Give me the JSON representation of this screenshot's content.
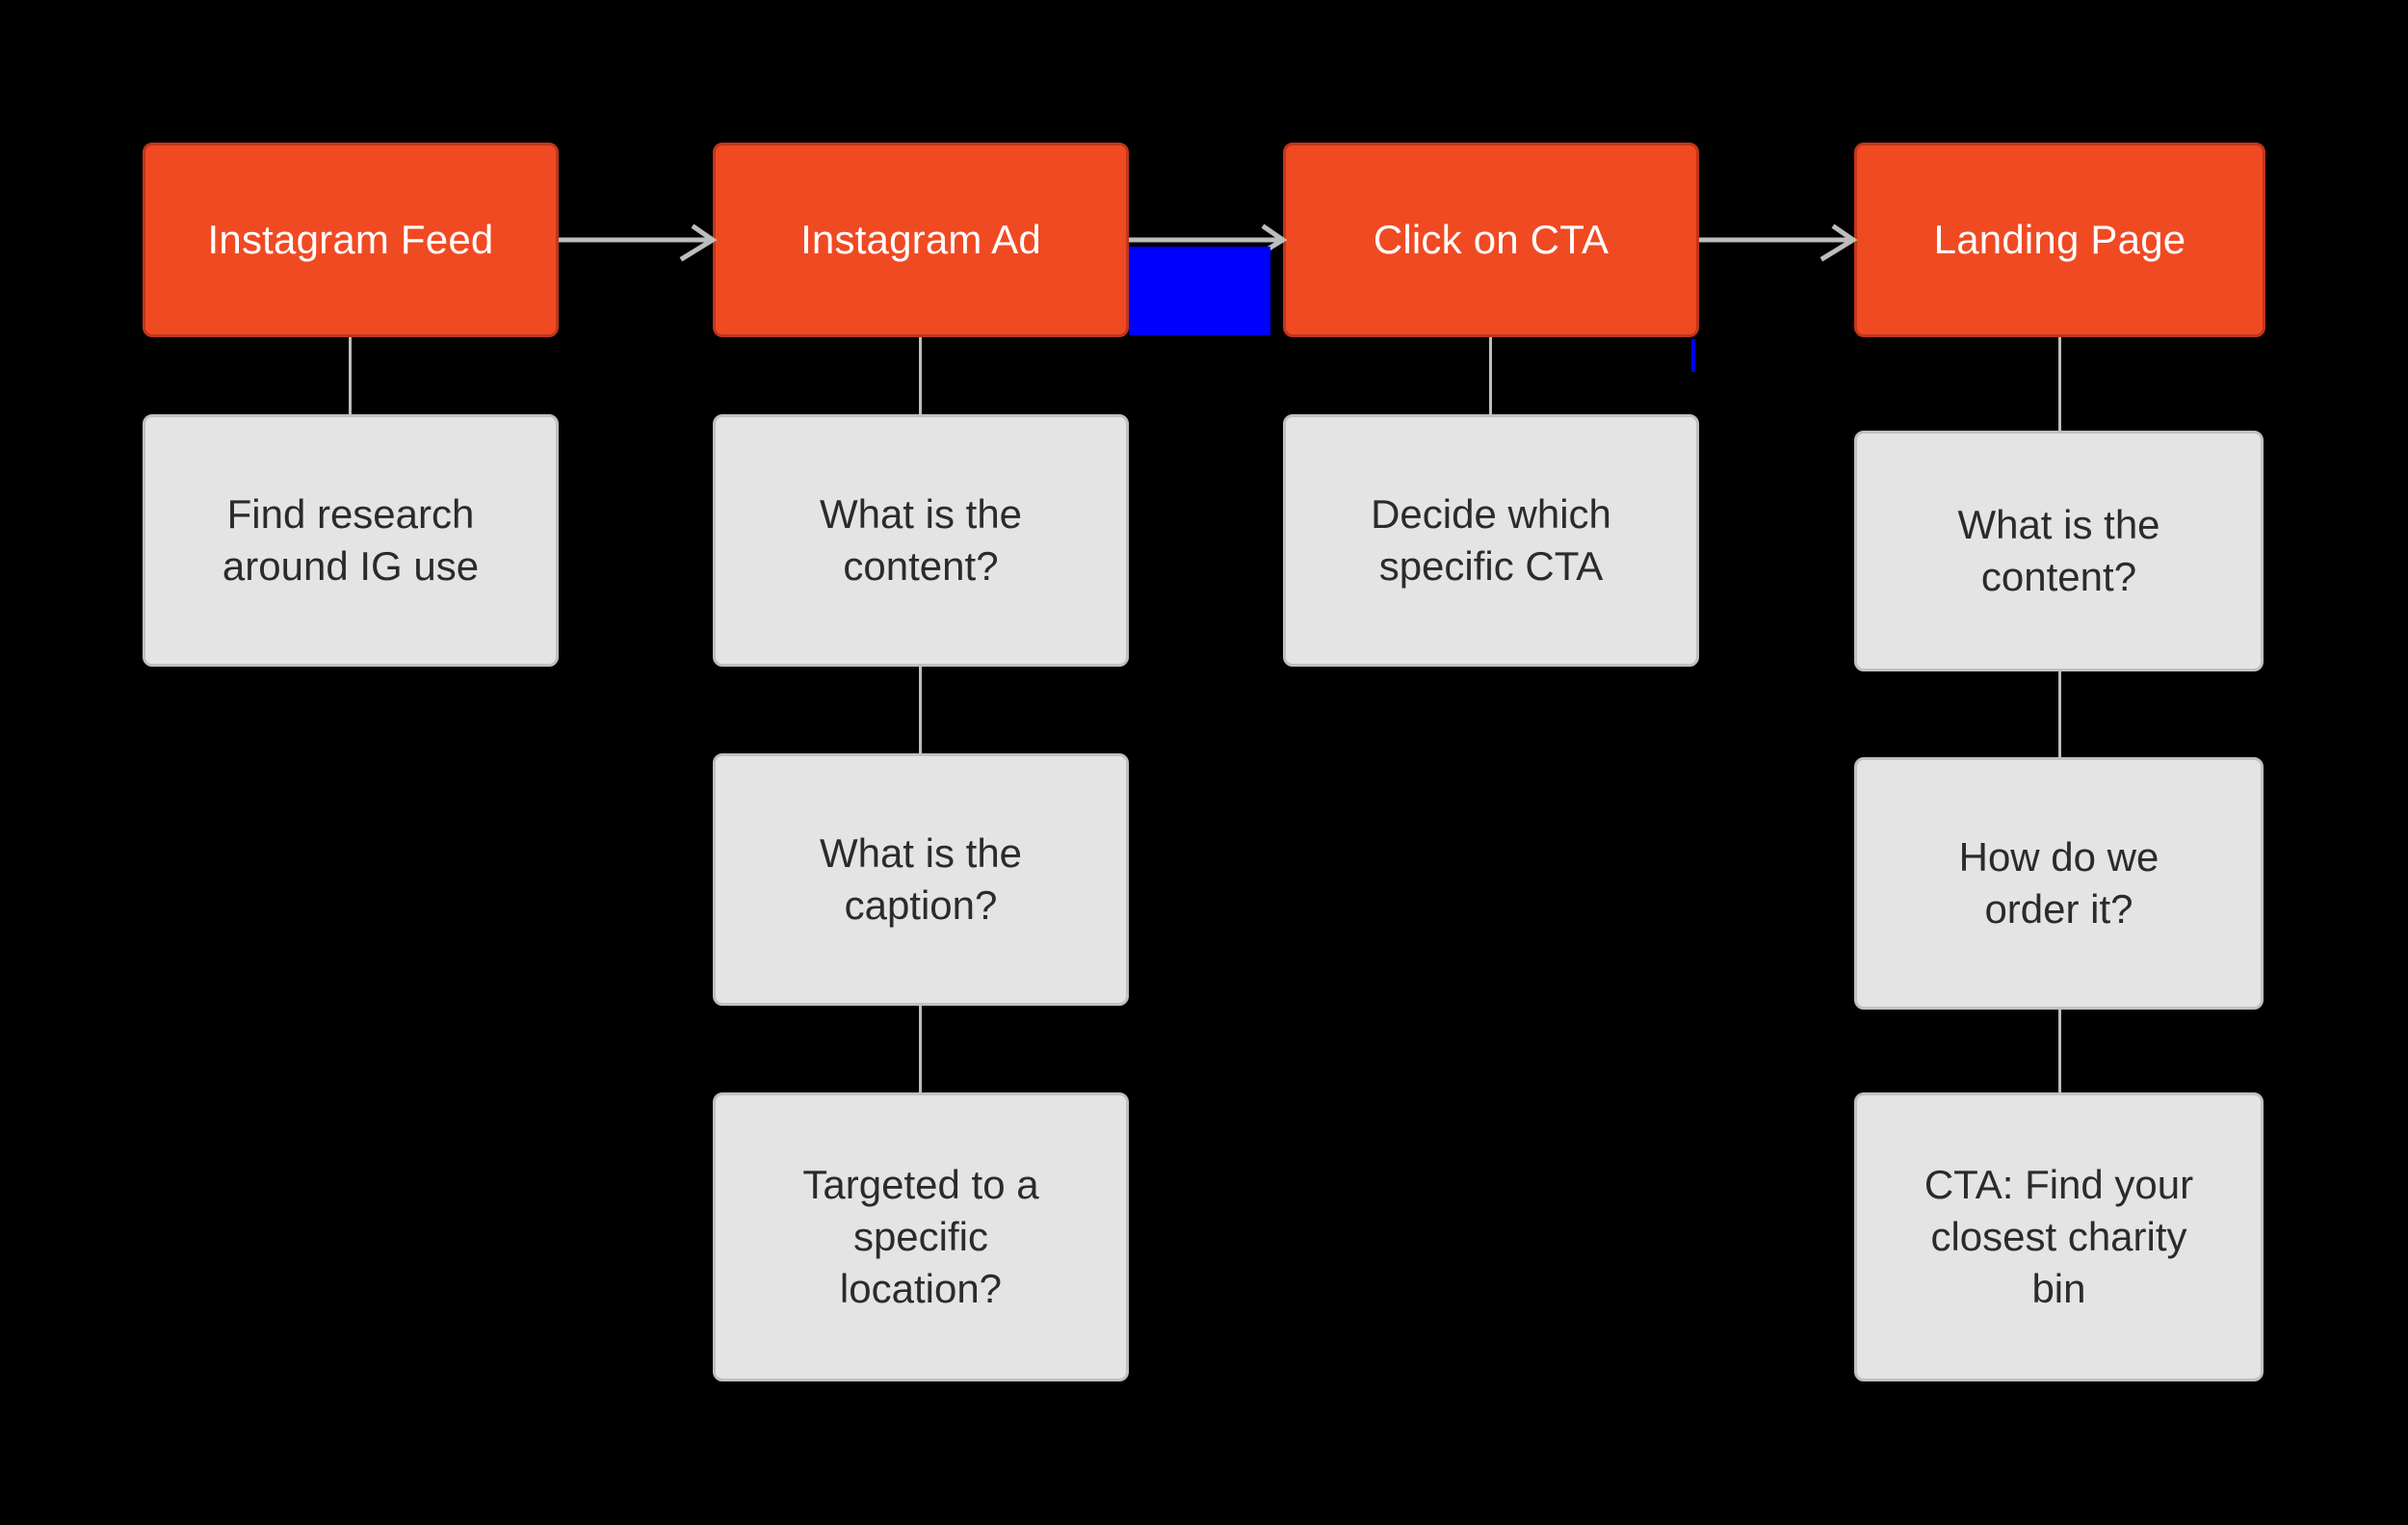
{
  "diagram": {
    "background_color": "#000000",
    "stage_color": "#F04A23",
    "stage_border_color": "#C0361B",
    "note_color": "#E4E4E4",
    "note_border_color": "#C0C0C0",
    "connector_color": "#BDBDBD",
    "highlight_color": "#0000FF",
    "stages": [
      {
        "id": "instagram-feed",
        "label": "Instagram Feed"
      },
      {
        "id": "instagram-ad",
        "label": "Instagram Ad"
      },
      {
        "id": "click-on-cta",
        "label": "Click on CTA"
      },
      {
        "id": "landing-page",
        "label": "Landing Page"
      }
    ],
    "notes": {
      "instagram_feed": [
        {
          "line1": "Find research",
          "line2": "around IG use"
        }
      ],
      "instagram_ad": [
        {
          "line1": "What is the",
          "line2": "content?"
        },
        {
          "line1": "What is the",
          "line2": "caption?"
        },
        {
          "line1": "Targeted to a",
          "line2": "specific",
          "line3": "location?"
        }
      ],
      "click_on_cta": [
        {
          "line1": "Decide which",
          "line2": "specific CTA"
        }
      ],
      "landing_page": [
        {
          "line1": "What is the",
          "line2": "content?"
        },
        {
          "line1": "How do we",
          "line2": "order it?"
        },
        {
          "line1": "CTA: Find your",
          "line2": "closest charity",
          "line3": "bin"
        }
      ]
    }
  }
}
